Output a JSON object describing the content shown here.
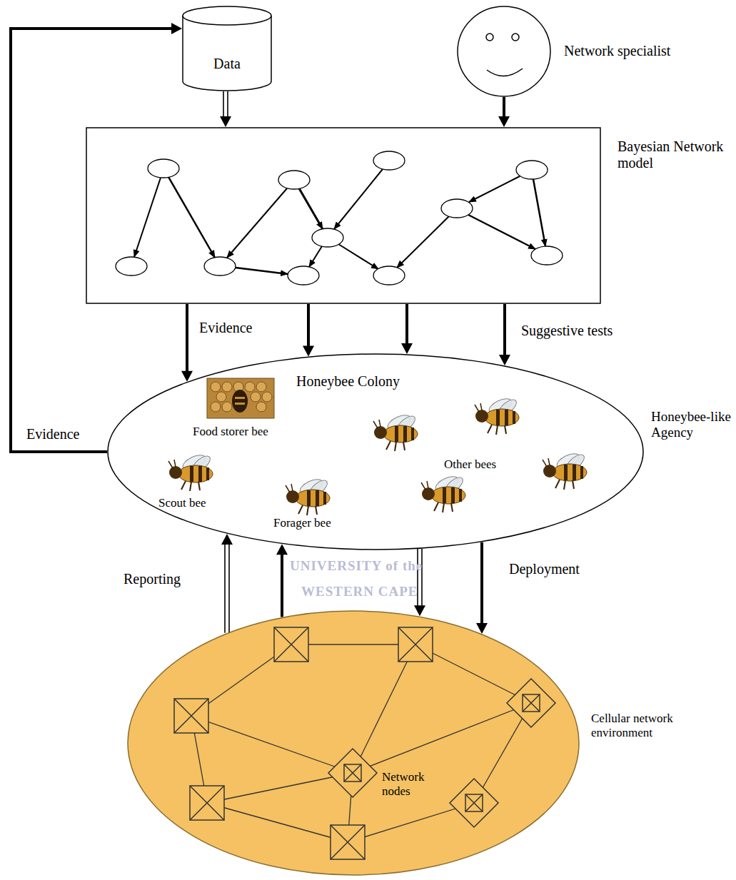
{
  "diagram": {
    "nodes": [
      {
        "text": [
          "Data"
        ]
      },
      {
        "text": [
          "Network specialist"
        ]
      },
      {
        "text": [
          "Bayesian Network model"
        ]
      },
      {
        "text": [
          "Honeybee Colony",
          "Food storer bee",
          "Scout bee",
          "Forager bee",
          "Other bees",
          "Honeybee-like Agency"
        ]
      },
      {
        "text": [
          "Network nodes",
          "Cellular network environment"
        ]
      }
    ],
    "edges": [
      {
        "from": 0,
        "to": 2,
        "arrow": "to"
      },
      {
        "from": 1,
        "to": 2,
        "arrow": "to"
      },
      {
        "from": 2,
        "to": 3,
        "arrow": "to",
        "label": "Evidence"
      },
      {
        "from": 2,
        "to": 3,
        "arrow": "to"
      },
      {
        "from": 2,
        "to": 3,
        "arrow": "to"
      },
      {
        "from": 2,
        "to": 3,
        "arrow": "to",
        "label": "Suggestive tests"
      },
      {
        "from": 3,
        "to": 0,
        "arrow": "to",
        "label": "Evidence"
      },
      {
        "from": 4,
        "to": 3,
        "arrow": "to",
        "label": "Reporting"
      },
      {
        "from": 4,
        "to": 3,
        "arrow": "to"
      },
      {
        "from": 3,
        "to": 4,
        "arrow": "to",
        "label": "Deployment"
      },
      {
        "from": 3,
        "to": 4,
        "arrow": "to"
      }
    ],
    "labels": [
      "UNIVERSITY of the",
      "WESTERN CAPE"
    ]
  }
}
